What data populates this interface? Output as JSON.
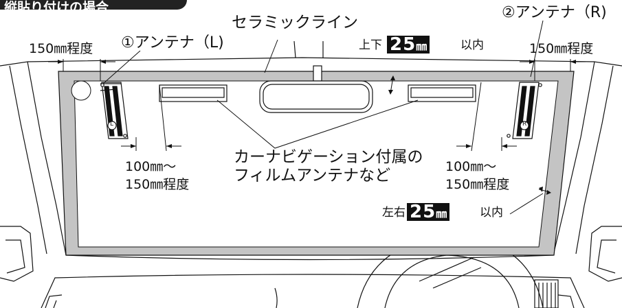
{
  "header": {
    "title": "縦貼り付けの場合"
  },
  "labels": {
    "ceramic_line": "セラミックライン",
    "antenna_left": "①アンテナ（L)",
    "antenna_right": "②アンテナ（R)",
    "left_margin": "150㎜程度",
    "right_margin": "150㎜程度",
    "gap_left_line1": "100㎜〜",
    "gap_left_line2": "150㎜程度",
    "gap_right_line1": "100㎜〜",
    "gap_right_line2": "150㎜程度",
    "nav_film_line1": "カーナビゲーション付属の",
    "nav_film_line2": "フィルムアンテナなど",
    "top_bottom_prefix": "上下",
    "left_right_prefix": "左右",
    "limit_value": "25",
    "limit_unit": "㎜",
    "limit_suffix": "以内",
    "antenna_left_mark": "L",
    "antenna_right_mark": "R"
  },
  "colors": {
    "ceramic_band": "#c4c4c4",
    "ink": "#111111",
    "badge_bg": "#111111",
    "badge_fg": "#ffffff"
  }
}
